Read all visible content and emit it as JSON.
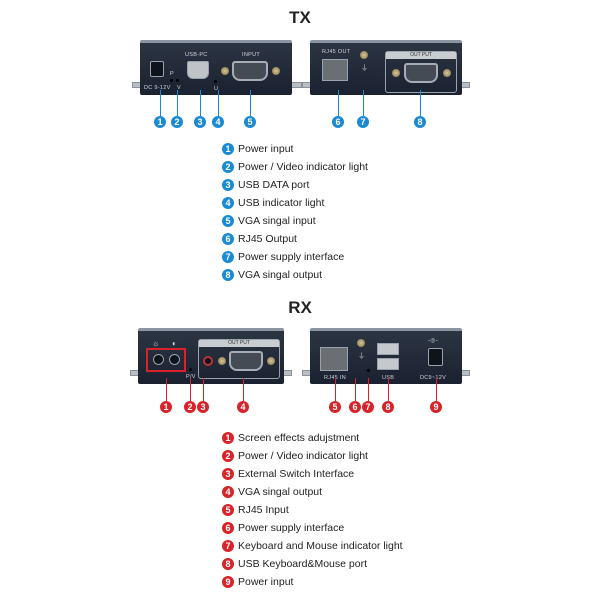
{
  "colors": {
    "tx_marker": "#1a8ad4",
    "rx_marker": "#d8232a"
  },
  "tx": {
    "title": "TX",
    "device_labels": {
      "dc": "DC 9-12V",
      "p": "P",
      "v": "V",
      "usb_pc": "USB-PC",
      "u": "U",
      "input": "INPUT",
      "rj45_out": "RJ45  OUT",
      "output": "OUT PUT"
    },
    "markers": [
      "1",
      "2",
      "3",
      "4",
      "5",
      "6",
      "7",
      "8"
    ],
    "legend": [
      {
        "num": "1",
        "text": "Power input"
      },
      {
        "num": "2",
        "text": "Power / Video indicator light"
      },
      {
        "num": "3",
        "text": "USB DATA port"
      },
      {
        "num": "4",
        "text": "USB indicator light"
      },
      {
        "num": "5",
        "text": "VGA singal input"
      },
      {
        "num": "6",
        "text": "RJ45 Output"
      },
      {
        "num": "7",
        "text": "Power supply interface"
      },
      {
        "num": "8",
        "text": "VGA singal output"
      }
    ]
  },
  "rx": {
    "title": "RX",
    "device_labels": {
      "pv": "P/V",
      "output": "OUT PUT",
      "rj45_in": "RJ45  IN",
      "usb": "USB",
      "dc": "DC9~12V"
    },
    "markers": [
      "1",
      "2",
      "3",
      "4",
      "5",
      "6",
      "7",
      "8",
      "9"
    ],
    "legend": [
      {
        "num": "1",
        "text": "Screen effects adujstment"
      },
      {
        "num": "2",
        "text": "Power / Video indicator light"
      },
      {
        "num": "3",
        "text": "External Switch Interface"
      },
      {
        "num": "4",
        "text": "VGA singal output"
      },
      {
        "num": "5",
        "text": "RJ45 Input"
      },
      {
        "num": "6",
        "text": "Power supply interface"
      },
      {
        "num": "7",
        "text": "Keyboard and Mouse indicator light"
      },
      {
        "num": "8",
        "text": "USB Keyboard&Mouse port"
      },
      {
        "num": "9",
        "text": "Power input"
      }
    ]
  }
}
